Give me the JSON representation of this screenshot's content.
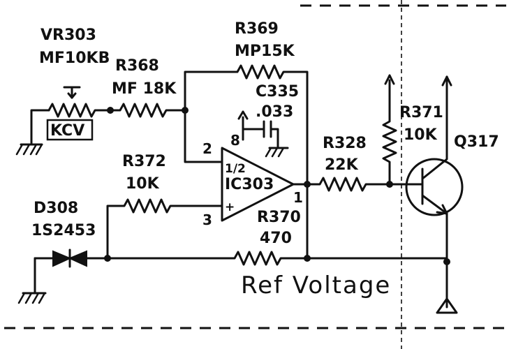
{
  "potentiometer": {
    "ref": "VR303",
    "value": "MF10KB",
    "tag": "KCV"
  },
  "resistors": {
    "r368": {
      "ref": "R368",
      "value": "MF 18K"
    },
    "r369": {
      "ref": "R369",
      "value": "MP15K"
    },
    "r372": {
      "ref": "R372",
      "value": "10K"
    },
    "r370": {
      "ref": "R370",
      "value": "470"
    },
    "r328": {
      "ref": "R328",
      "value": "22K"
    },
    "r371": {
      "ref": "R371",
      "value": "10K"
    }
  },
  "capacitor": {
    "ref": "C335",
    "value": ".033"
  },
  "opamp": {
    "ref": "IC303",
    "unit": "1/2",
    "pins": {
      "inv": "2",
      "noninv": "3",
      "out": "1",
      "supply": "8"
    }
  },
  "diode": {
    "ref": "D308",
    "part": "1S2453"
  },
  "transistor": {
    "ref": "Q317"
  },
  "net_label": "Ref Voltage"
}
